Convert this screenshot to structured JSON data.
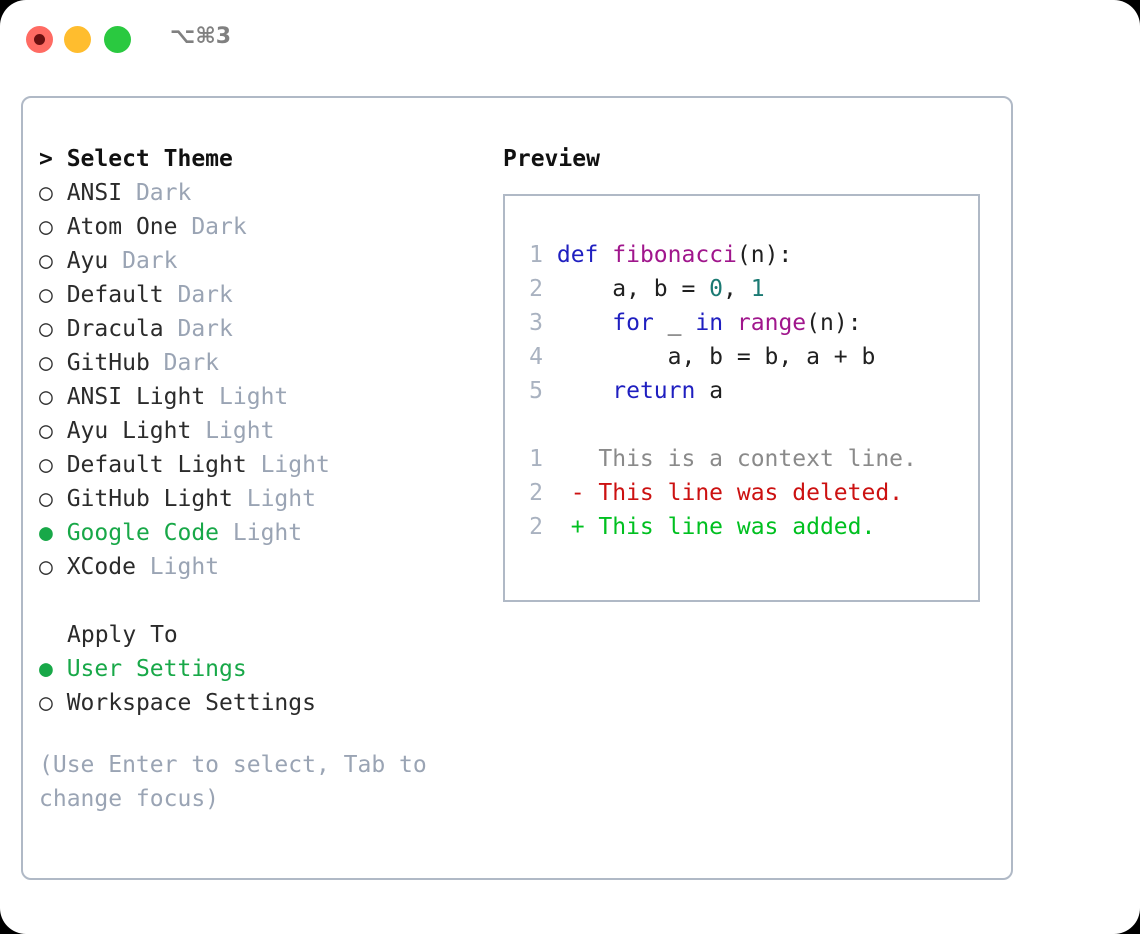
{
  "titlebar": {
    "shortcut": "⌥⌘3",
    "buttons": {
      "close_label": "close",
      "minimize_label": "minimize",
      "maximize_label": "maximize"
    }
  },
  "theme_picker": {
    "header": "> Select Theme",
    "bullet_selected": "●",
    "bullet_unselected": "○",
    "items": [
      {
        "bullet": "○",
        "name": "ANSI",
        "variant": "Dark",
        "selected": false
      },
      {
        "bullet": "○",
        "name": "Atom One",
        "variant": "Dark",
        "selected": false
      },
      {
        "bullet": "○",
        "name": "Ayu",
        "variant": "Dark",
        "selected": false
      },
      {
        "bullet": "○",
        "name": "Default",
        "variant": "Dark",
        "selected": false
      },
      {
        "bullet": "○",
        "name": "Dracula",
        "variant": "Dark",
        "selected": false
      },
      {
        "bullet": "○",
        "name": "GitHub",
        "variant": "Dark",
        "selected": false
      },
      {
        "bullet": "○",
        "name": "ANSI Light",
        "variant": "Light",
        "selected": false
      },
      {
        "bullet": "○",
        "name": "Ayu Light",
        "variant": "Light",
        "selected": false
      },
      {
        "bullet": "○",
        "name": "Default Light",
        "variant": "Light",
        "selected": false
      },
      {
        "bullet": "○",
        "name": "GitHub Light",
        "variant": "Light",
        "selected": false
      },
      {
        "bullet": "●",
        "name": "Google Code",
        "variant": "Light",
        "selected": true
      },
      {
        "bullet": "○",
        "name": "XCode",
        "variant": "Light",
        "selected": false
      }
    ]
  },
  "apply_to": {
    "label": "Apply To",
    "options": [
      {
        "bullet": "●",
        "name": "User Settings",
        "selected": true
      },
      {
        "bullet": "○",
        "name": "Workspace Settings",
        "selected": false
      }
    ]
  },
  "hint": "(Use Enter to select, Tab to change focus)",
  "preview": {
    "title": "Preview",
    "code_lines": [
      {
        "ln": "1",
        "tokens": [
          {
            "t": " ",
            "c": "plain"
          },
          {
            "t": "def",
            "c": "kw"
          },
          {
            "t": " ",
            "c": "plain"
          },
          {
            "t": "fibonacci",
            "c": "fn"
          },
          {
            "t": "(n):",
            "c": "plain"
          }
        ]
      },
      {
        "ln": "2",
        "tokens": [
          {
            "t": "     a, b = ",
            "c": "plain"
          },
          {
            "t": "0",
            "c": "num"
          },
          {
            "t": ", ",
            "c": "plain"
          },
          {
            "t": "1",
            "c": "num"
          }
        ]
      },
      {
        "ln": "3",
        "tokens": [
          {
            "t": "     ",
            "c": "plain"
          },
          {
            "t": "for",
            "c": "kw"
          },
          {
            "t": " _ ",
            "c": "plain"
          },
          {
            "t": "in",
            "c": "kw"
          },
          {
            "t": " ",
            "c": "plain"
          },
          {
            "t": "range",
            "c": "fn"
          },
          {
            "t": "(n):",
            "c": "plain"
          }
        ]
      },
      {
        "ln": "4",
        "tokens": [
          {
            "t": "         a, b = b, a + b",
            "c": "plain"
          }
        ]
      },
      {
        "ln": "5",
        "tokens": [
          {
            "t": "     ",
            "c": "plain"
          },
          {
            "t": "return",
            "c": "kw"
          },
          {
            "t": " a",
            "c": "plain"
          }
        ]
      }
    ],
    "diff_lines": [
      {
        "ln": "1",
        "tokens": [
          {
            "t": "    This is a context line.",
            "c": "ctx"
          }
        ]
      },
      {
        "ln": "2",
        "tokens": [
          {
            "t": "  - This line was deleted.",
            "c": "del"
          }
        ]
      },
      {
        "ln": "2",
        "tokens": [
          {
            "t": "  + This line was added.",
            "c": "add"
          }
        ]
      }
    ]
  },
  "colors": {
    "accent_green": "#18a848",
    "muted": "#9aa4b4",
    "border": "#b0b9c6",
    "keyword": "#1f1fc0",
    "function": "#a0168c",
    "number": "#1b7a73",
    "diff_deleted": "#cc1111",
    "diff_added": "#00c020",
    "diff_context": "#8a8a8a",
    "traffic_red": "#ff6b63",
    "traffic_yellow": "#ffbd2e",
    "traffic_green": "#2ac940"
  }
}
